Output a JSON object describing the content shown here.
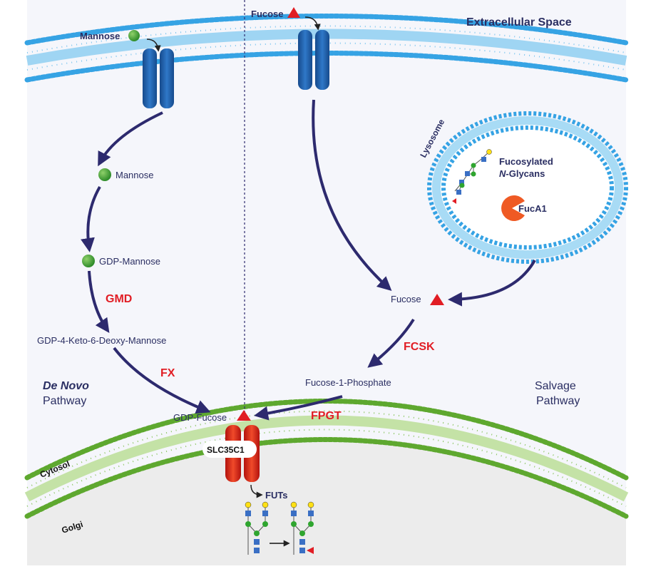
{
  "regions": {
    "extracellular": "Extracellular Space",
    "cytosol": "Cytosol",
    "golgi": "Golgi",
    "lysosome": "Lysosome"
  },
  "pathways": {
    "de_novo_line1": "De Novo",
    "de_novo_line2": "Pathway",
    "salvage_line1": "Salvage",
    "salvage_line2": "Pathway"
  },
  "molecules": {
    "mannose_outside": "Mannose",
    "fucose_outside": "Fucose",
    "mannose_inside": "Mannose",
    "gdp_mannose": "GDP-Mannose",
    "gdp_keto": "GDP-4-Keto-6-Deoxy-Mannose",
    "gdp_fucose": "GDP-Fucose",
    "fucose_inside": "Fucose",
    "fucose_1_phosphate": "Fucose-1-Phosphate",
    "fucosylated_line1": "Fucosylated",
    "fucosylated_line2_italic": "N",
    "fucosylated_line2_rest": "-Glycans",
    "futs": "FUTs"
  },
  "enzymes": {
    "gmd": "GMD",
    "fx": "FX",
    "fcsk": "FCSK",
    "fpgt": "FPGT",
    "fuca1": "FucA1",
    "slc35c1": "SLC35C1"
  },
  "colors": {
    "plasma_membrane": "#3aa6e6",
    "golgi_membrane": "#6db23a",
    "transporter_blue": "#1f5fae",
    "transporter_red": "#e2231a",
    "arrow": "#2d2a6e",
    "enzyme_text": "#e11d24",
    "label_text": "#2a2e62",
    "mannose_green": "#3fa535",
    "fucose_red": "#e11d24",
    "fuca1_orange": "#ef5a24",
    "golgi_fill": "#ececec"
  }
}
